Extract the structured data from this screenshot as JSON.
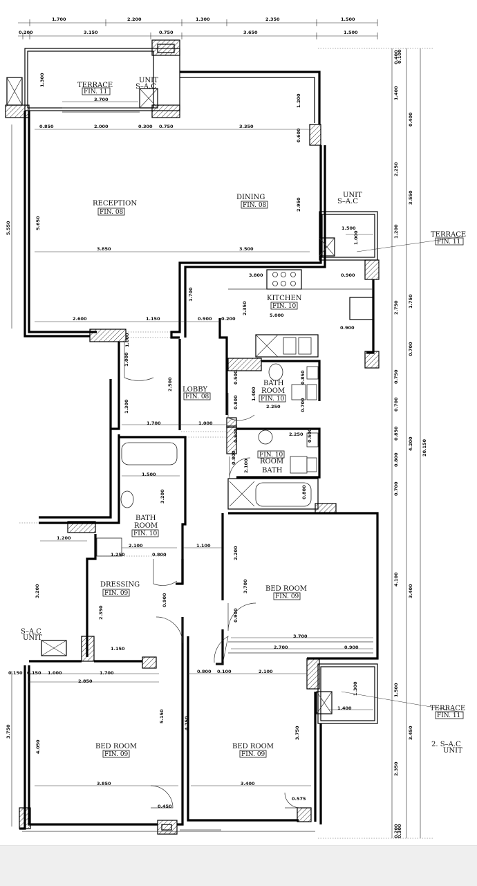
{
  "rooms": {
    "terrace_top": {
      "name": "TERRACE",
      "fin": "FIN. 11"
    },
    "unit_top": {
      "line1": "UNIT",
      "line2": "S–A.C"
    },
    "reception": {
      "name": "RECEPTION",
      "fin": "FIN. 08"
    },
    "dining": {
      "name": "DINING",
      "fin": "FIN. 08"
    },
    "unit_right": {
      "line1": "UNIT",
      "line2": "S–A.C"
    },
    "terrace_right": {
      "name": "TERRACE",
      "fin": "FIN. 11"
    },
    "kitchen": {
      "name": "KITCHEN",
      "fin": "FIN. 10"
    },
    "lobby": {
      "name": "LOBBY",
      "fin": "FIN. 08"
    },
    "bath1": {
      "line1": "BATH",
      "line2": "ROOM",
      "fin": "FIN. 10"
    },
    "bath2": {
      "fin": "FIN. 10",
      "line1": "ROOM",
      "line2": "BATH"
    },
    "bath3": {
      "line1": "BATH",
      "line2": "ROOM",
      "fin": "FIN. 10"
    },
    "dressing": {
      "name": "DRESSING",
      "fin": "FIN. 09"
    },
    "bedroom_mid": {
      "name": "BED ROOM",
      "fin": "FIN. 09"
    },
    "unit_left": {
      "line1": "S–A.C",
      "line2": "UNIT"
    },
    "bedroom_left": {
      "name": "BED ROOM",
      "fin": "FIN. 09"
    },
    "bedroom_right": {
      "name": "BED ROOM",
      "fin": "FIN. 09"
    },
    "terrace_lower": {
      "name": "TERRACE",
      "fin": "FIN. 11"
    },
    "unit_lower": {
      "line1": "2. S–A.C",
      "line2": "UNIT"
    }
  },
  "top_dims_row1": [
    "1.700",
    "2.200",
    "1.300",
    "2.350",
    "1.500"
  ],
  "top_dims_row2": [
    "0.200",
    "3.150",
    "0.750",
    "3.650",
    "1.500"
  ],
  "right_dims_col1": [
    "0.400",
    "1.400",
    "2.250",
    "1.200",
    "2.750",
    "0.750",
    "0.700",
    "0.850",
    "0.800",
    "0.700",
    "4.100",
    "1.500",
    "2.350",
    "0.200"
  ],
  "right_dims_col2": [
    "0.100",
    "0.400",
    "3.550",
    "1.750",
    "0.700",
    "4.200",
    "3.400",
    "3.450",
    "0.300"
  ],
  "right_total": "20.150",
  "left_dims": [
    "5.550",
    "5.650",
    "3.200",
    "3.750"
  ],
  "interior_dims": {
    "terrace_w": "3.700",
    "terrace_h": "1.300",
    "row_a": [
      "0.850",
      "2.000",
      "0.300",
      "0.750",
      "3.350"
    ],
    "dining_h1": "1.200",
    "dining_h2": "0.600",
    "dining_h3": "2.950",
    "reception_h": "5.650",
    "rec_w": "3.850",
    "din_w": "3.500",
    "ter_r_w": "1.500",
    "ter_r_h": "1.000",
    "kitchen_a": "3.800",
    "kitchen_b": "0.900",
    "kitchen_c": "5.000",
    "kitchen_d": "0.900",
    "kitchen_h": "2.350",
    "row_b": [
      "2.600",
      "1.150",
      "0.900",
      "0.200"
    ],
    "lobby_v": [
      "1.700",
      "1.000",
      "1.300",
      "2.500",
      "1.000"
    ],
    "bath1": [
      "0.500",
      "0.800",
      "1.400",
      "2.250",
      "0.850",
      "0.700"
    ],
    "lobby_w": [
      "1.700",
      "1.000"
    ],
    "bath2": [
      "0.500",
      "2.250",
      "0.500",
      "0.800",
      "2.100",
      "0.800"
    ],
    "bath3": [
      "1.500",
      "3.200",
      "2.100",
      "0.800",
      "1.250"
    ],
    "mid": [
      "1.200",
      "1.100",
      "2.200",
      "3.700",
      "0.900",
      "0.900"
    ],
    "dressing": [
      "2.350",
      "1.150"
    ],
    "bedmid": [
      "3.700",
      "2.700",
      "0.900"
    ],
    "row_c": [
      "0.150",
      "0.150",
      "1.000",
      "1.700",
      "2.850",
      "0.800",
      "0.100",
      "2.100"
    ],
    "bed_v": [
      "4.050",
      "5.150",
      "4.250",
      "3.750"
    ],
    "bed_w": [
      "3.850",
      "3.400"
    ],
    "bottom": [
      "0.450",
      "0.575"
    ],
    "terrace_lower": [
      "1.300",
      "1.400"
    ]
  }
}
